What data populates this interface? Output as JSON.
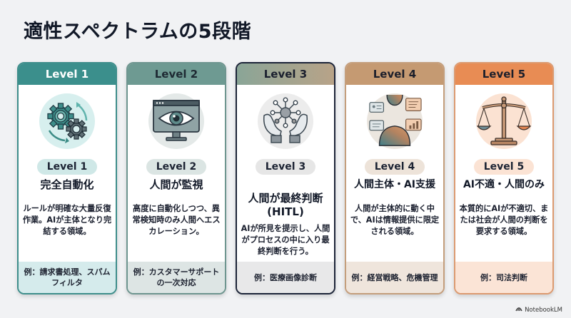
{
  "title": "適性スペクトラムの5段階",
  "levels": [
    {
      "header": "Level 1",
      "badge": "Level 1",
      "name": "完全自動化",
      "description": "ルールが明確な大量反復作業。AIが主体となり完結する領域。",
      "example": "例：請求書処理、スパムフィルタ",
      "icon": "gears-cycle-icon",
      "colors": {
        "header_bg": "#3b8f8c",
        "header_text": "#ffffff",
        "border": "#3e8e8b",
        "pill_bg": "#cfe8e7",
        "footer_bg": "#d5ebec",
        "icon_bg": "#d7efee"
      }
    },
    {
      "header": "Level 2",
      "badge": "Level 2",
      "name": "人間が監視",
      "description": "高度に自動化しつつ、異常検知時のみ人間へエスカレーション。",
      "example": "例：カスタマーサポートの一次対応",
      "icon": "monitor-eye-icon",
      "colors": {
        "header_bg": "#6e9a92",
        "header_text": "#1e2a33",
        "border": "#6e958f",
        "pill_bg": "#dbe5e3",
        "footer_bg": "#dde5e4",
        "icon_bg": "#e4e9e8"
      }
    },
    {
      "header": "Level 3",
      "badge": "Level 3",
      "name": "人間が最終判断\n(HITL)",
      "description": "AIが所見を提示し、人間がプロセスの中に入り最終判断を行う。",
      "example": "例：医療画像診断",
      "icon": "hands-network-icon",
      "colors": {
        "header_bg": "linear-gradient(90deg,#8aa597,#b8a388)",
        "header_text": "#1a1f2e",
        "border": "#1c2438",
        "pill_bg": "#e6e6e6",
        "footer_bg": "#e8e8e9",
        "icon_bg": "#ececec"
      }
    },
    {
      "header": "Level 4",
      "badge": "Level 4",
      "name": "人間主体・AI支援",
      "description": "人間が主体的に動く中で、AIは情報提供に限定される領域。",
      "example": "例：経営戦略、危機管理",
      "icon": "person-advice-icon",
      "colors": {
        "header_bg": "#c59a72",
        "header_text": "#1c1f2b",
        "border": "#c49e7c",
        "pill_bg": "#ede3d9",
        "footer_bg": "#efe5dc",
        "icon_bg": "#ebe6df"
      }
    },
    {
      "header": "Level 5",
      "badge": "Level 5",
      "name": "AI不適・人間のみ",
      "description": "本質的にAIが不適切、または社会が人間の判断を要求する領域。",
      "example": "例：司法判断",
      "icon": "scales-of-justice-icon",
      "colors": {
        "header_bg": "#e88c54",
        "header_text": "#1c1f2b",
        "border": "#dc9a70",
        "pill_bg": "#fbe3d4",
        "footer_bg": "#fbe4d6",
        "icon_bg": "#fbe2d2"
      }
    }
  ],
  "brand": "NotebookLM"
}
